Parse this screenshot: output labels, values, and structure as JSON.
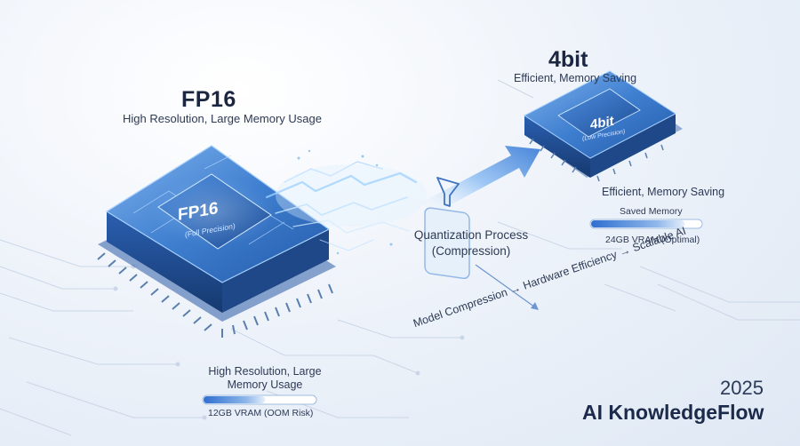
{
  "fp16": {
    "title": "FP16",
    "subtitle": "High Resolution, Large Memory Usage",
    "chip_label": "FP16",
    "chip_sublabel": "(Full Precision)",
    "bottom_label": "High Resolution, Large Memory Usage",
    "vram": "12GB VRAM (OOM Risk)",
    "bar_fill": 0.55
  },
  "bit4": {
    "title": "4bit",
    "subtitle": "Efficient, Memory Saving",
    "chip_label": "4bit",
    "chip_sublabel": "(Low Precision)",
    "right_label": "Efficient, Memory Saving",
    "saved_label": "Saved Memory",
    "vram": "24GB VRAM (Optimal)",
    "bar_fill": 0.85
  },
  "process": {
    "label": "Quantization Process (Compression)",
    "icon": "funnel-icon"
  },
  "flow": {
    "text": "Model Compression → Hardware Efficiency → Scalable AI"
  },
  "footer": {
    "year": "2025",
    "brand": "AI KnowledgeFlow"
  },
  "colors": {
    "chip_blue": "#3d7fd3",
    "chip_dark": "#1f4f9a",
    "accent_glow": "#9fd0ff",
    "bar_start": "#2f6fd0",
    "bar_end": "#e6effb"
  }
}
